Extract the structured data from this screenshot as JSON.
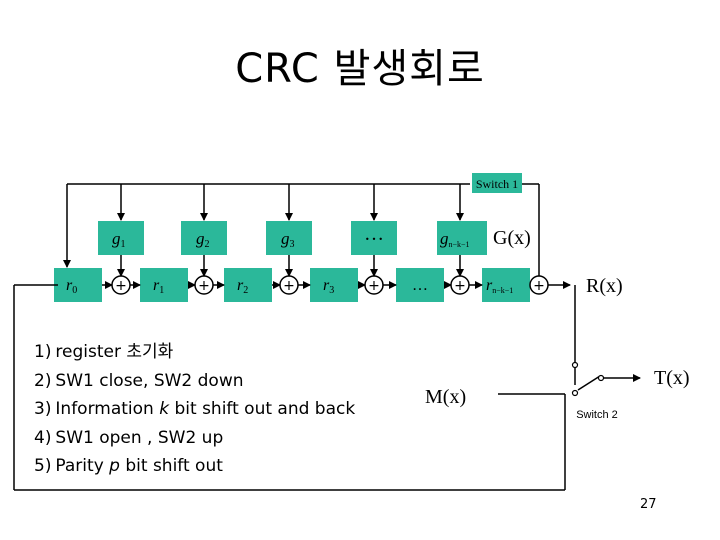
{
  "title": "CRC 발생회로",
  "switch1_label": "Switch 1",
  "switch2_label": "Switch 2",
  "g_labels": [
    "g",
    "g",
    "g",
    "g"
  ],
  "g_subscripts": [
    "1",
    "2",
    "3",
    "n−k−1"
  ],
  "r_labels": [
    "r",
    "r",
    "r",
    "r",
    "r"
  ],
  "r_subscripts": [
    "0",
    "1",
    "2",
    "3",
    "n−k−1"
  ],
  "ellipsis_g": "…",
  "ellipsis_r": "…",
  "adder_symbol": "+",
  "gx": "G(x)",
  "rx": "R(x)",
  "tx": "T(x)",
  "mx": "M(x)",
  "steps": [
    {
      "num": "1)",
      "pre": "register 초기화",
      "em": "",
      "post": ""
    },
    {
      "num": "2)",
      "pre": "SW1 close, SW2 down",
      "em": "",
      "post": ""
    },
    {
      "num": "3)",
      "pre": "Information ",
      "em": "k",
      "post": " bit shift out and back"
    },
    {
      "num": "4)",
      "pre": "SW1 open , SW2 up",
      "em": "",
      "post": ""
    },
    {
      "num": "5)",
      "pre": "Parity ",
      "em": "p",
      "post": " bit shift out"
    }
  ],
  "page_number": "27",
  "colors": {
    "box_fill": "#2bb89a",
    "line": "#000000"
  }
}
